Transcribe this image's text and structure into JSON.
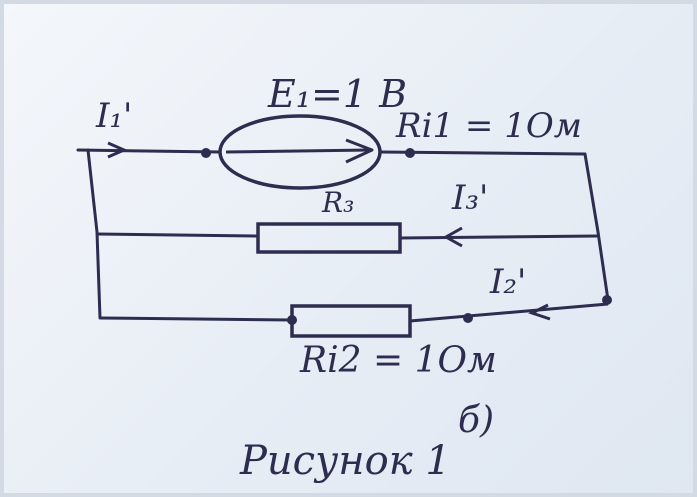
{
  "labels": {
    "e1": "E₁=1 В",
    "ri1": "Ri1 = 1Ом",
    "i1": "I₁'",
    "r3": "R₃",
    "i3": "I₃'",
    "i2": "I₂'",
    "ri2": "Ri2 = 1Ом",
    "subfig": "б)",
    "caption": "Рисунок 1"
  },
  "colors": {
    "ink": "#2e2c4f",
    "paper": "#eef2f7",
    "border": "#d9dee6"
  }
}
